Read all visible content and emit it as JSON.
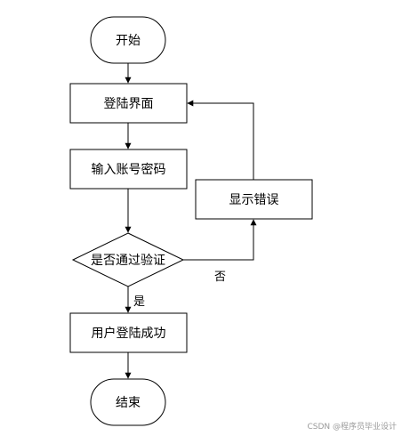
{
  "flowchart": {
    "nodes": {
      "start": "开始",
      "login_page": "登陆界面",
      "input_credentials": "输入账号密码",
      "decision": "是否通过验证",
      "show_error": "显示错误",
      "login_success": "用户登陆成功",
      "end": "结束"
    },
    "edges": {
      "yes_label": "是",
      "no_label": "否"
    }
  },
  "watermark": "CSDN @程序员毕业设计",
  "colors": {
    "stroke": "#000000",
    "fill": "#ffffff",
    "watermark": "#9a9a9a"
  }
}
